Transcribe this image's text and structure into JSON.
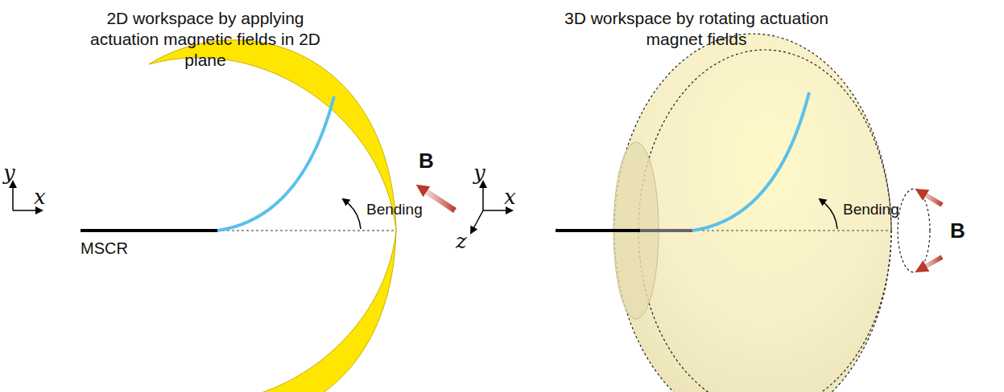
{
  "diagram": {
    "labels": [
      "2D workspace by applying actuation magnetic fields in 2D plane",
      "3D workspace by rotating actuation magnet fields",
      "y",
      "x",
      "MSCR",
      "Bending",
      "B",
      "y",
      "x",
      "z",
      "Bending",
      "B"
    ]
  }
}
